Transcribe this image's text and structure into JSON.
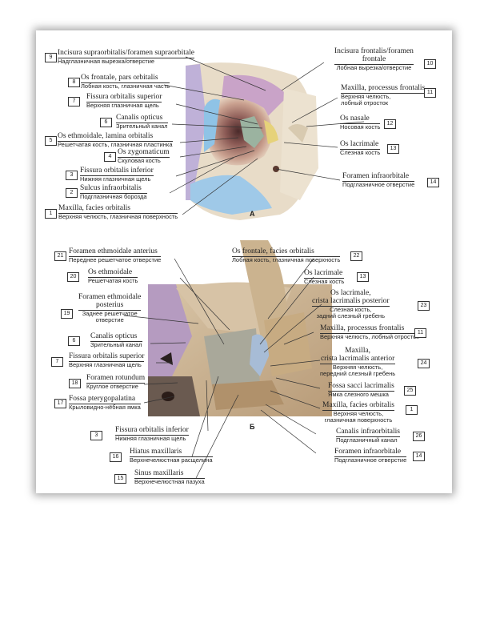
{
  "panelA": {
    "letter": "A",
    "labels": [
      {
        "num": "9",
        "latin": "Incisura supraorbitalis/foramen supraorbitale",
        "ru": "Надглазничная вырезка/отверстие"
      },
      {
        "num": "8",
        "latin": "Os frontale, pars orbitalis",
        "ru": "Лобная кость, глазничная часть"
      },
      {
        "num": "7",
        "latin": "Fissura orbitalis superior",
        "ru": "Верхняя глазничная щель"
      },
      {
        "num": "6",
        "latin": "Canalis opticus",
        "ru": "Зрительный канал"
      },
      {
        "num": "5",
        "latin": "Os ethmoidale, lamina orbitalis",
        "ru": "Решетчатая кость, глазничная пластинка"
      },
      {
        "num": "4",
        "latin": "Os zygomaticum",
        "ru": "Скуловая кость"
      },
      {
        "num": "3",
        "latin": "Fissura orbitalis inferior",
        "ru": "Нижняя глазничная щель"
      },
      {
        "num": "2",
        "latin": "Sulcus infraorbitalis",
        "ru": "Подглазничная борозда"
      },
      {
        "num": "1",
        "latin": "Maxilla, facies orbitalis",
        "ru": "Верхняя челюсть, глазничная поверхность"
      },
      {
        "num": "10",
        "latin1": "Incisura frontalis/foramen",
        "latin2": "frontale",
        "ru": "Лобная вырезка/отверстие"
      },
      {
        "num": "11",
        "latin": "Maxilla, processus frontalis",
        "ru1": "Верхняя челюсть,",
        "ru2": "лобный отросток"
      },
      {
        "num": "12",
        "latin": "Os nasale",
        "ru": "Носовая кость"
      },
      {
        "num": "13",
        "latin": "Os lacrimale",
        "ru": "Слезная кость"
      },
      {
        "num": "14",
        "latin": "Foramen infraorbitale",
        "ru": "Подглазничное отверстие"
      }
    ]
  },
  "panelB": {
    "letter": "Б",
    "labels": [
      {
        "num": "21",
        "latin": "Foramen ethmoidale anterius",
        "ru": "Переднее решетчатое отверстие"
      },
      {
        "num": "20",
        "latin": "Os ethmoidale",
        "ru": "Решетчатая кость"
      },
      {
        "num": "19",
        "latin1": "Foramen ethmoidale",
        "latin2": "posterius",
        "ru1": "Заднее решетчатое",
        "ru2": "отверстие"
      },
      {
        "num": "6",
        "latin": "Canalis opticus",
        "ru": "Зрительный канал"
      },
      {
        "num": "7",
        "latin": "Fissura orbitalis superior",
        "ru": "Верхняя глазничная щель"
      },
      {
        "num": "18",
        "latin": "Foramen rotundum",
        "ru": "Круглое отверстие"
      },
      {
        "num": "17",
        "latin": "Fossa pterygopalatina",
        "ru": "Крыловидно-нёбная ямка"
      },
      {
        "num": "3",
        "latin": "Fissura orbitalis inferior",
        "ru": "Нижняя глазничная щель"
      },
      {
        "num": "16",
        "latin": "Hiatus maxillaris",
        "ru": "Верхнечелюстная расщелина"
      },
      {
        "num": "15",
        "latin": "Sinus maxillaris",
        "ru": "Верхнечелюстная пазуха"
      },
      {
        "num": "22",
        "latin": "Os frontale, facies orbitalis",
        "ru": "Лобная кость, глазничная поверхность"
      },
      {
        "num": "13",
        "latin": "Os lacrimale",
        "ru": "Слезная кость"
      },
      {
        "num": "23",
        "latin1": "Os lacrimale,",
        "latin2": "crista lacrimalis posterior",
        "ru1": "Слезная кость,",
        "ru2": "задний слезный гребень"
      },
      {
        "num": "11",
        "latin": "Maxilla, processus frontalis",
        "ru": "Верхняя челюсть, лобный отросток"
      },
      {
        "num": "24",
        "latin1": "Maxilla,",
        "latin2": "crista lacrimalis anterior",
        "ru1": "Верхняя челюсть,",
        "ru2": "передний слезный гребень"
      },
      {
        "num": "25",
        "latin": "Fossa sacci lacrimalis",
        "ru": "Ямка слезного мешка"
      },
      {
        "num": "1",
        "latin": "Maxilla, facies orbitalis",
        "ru1": "Верхняя челюсть,",
        "ru2": "глазничная поверхность"
      },
      {
        "num": "26",
        "latin": "Canalis infraorbitalis",
        "ru": "Подглазничный канал"
      },
      {
        "num": "14",
        "latin": "Foramen infraorbitale",
        "ru": "Подглазничное отверстие"
      }
    ]
  }
}
